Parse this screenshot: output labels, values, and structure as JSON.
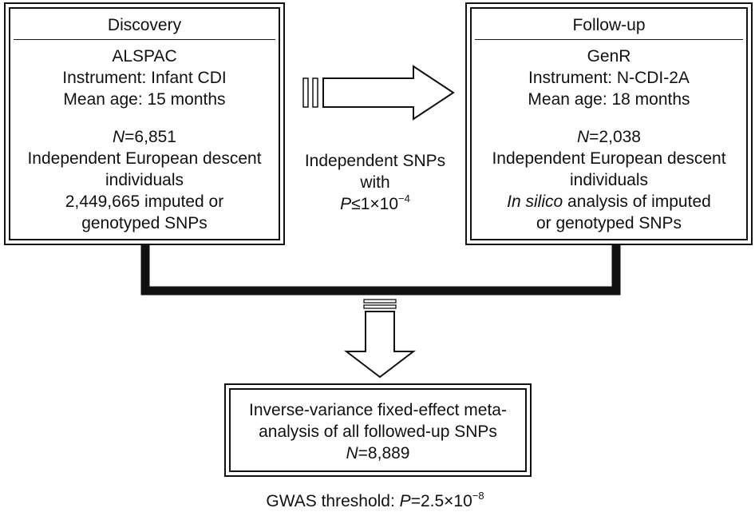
{
  "discovery": {
    "title": "Discovery",
    "cohort": "ALSPAC",
    "instrument": "Instrument: Infant CDI",
    "age": "Mean age: 15 months",
    "n_label": "N",
    "n_value": "=6,851",
    "descent_line1": "Independent European descent",
    "descent_line2": "individuals",
    "snps_line1": "2,449,665 imputed or",
    "snps_line2": "genotyped SNPs"
  },
  "followup": {
    "title": "Follow-up",
    "cohort": "GenR",
    "instrument": "Instrument: N-CDI-2A",
    "age": "Mean age: 18 months",
    "n_label": "N",
    "n_value": "=2,038",
    "descent_line1": "Independent European descent",
    "descent_line2": "individuals",
    "silico_italic": "In silico",
    "silico_rest": " analysis of imputed",
    "snps_line2": "or genotyped SNPs"
  },
  "selection": {
    "line1": "Independent SNPs",
    "line2": "with",
    "p_label": "P",
    "p_value": "≤1×10",
    "p_exponent": "−4"
  },
  "meta": {
    "line1": "Inverse-variance fixed-effect meta-",
    "line2": "analysis of all followed-up SNPs",
    "n_label": "N",
    "n_value": "=8,889"
  },
  "gwas": {
    "prefix": "GWAS threshold: ",
    "p_label": "P",
    "p_value": "=2.5×10",
    "p_exponent": "−8"
  }
}
